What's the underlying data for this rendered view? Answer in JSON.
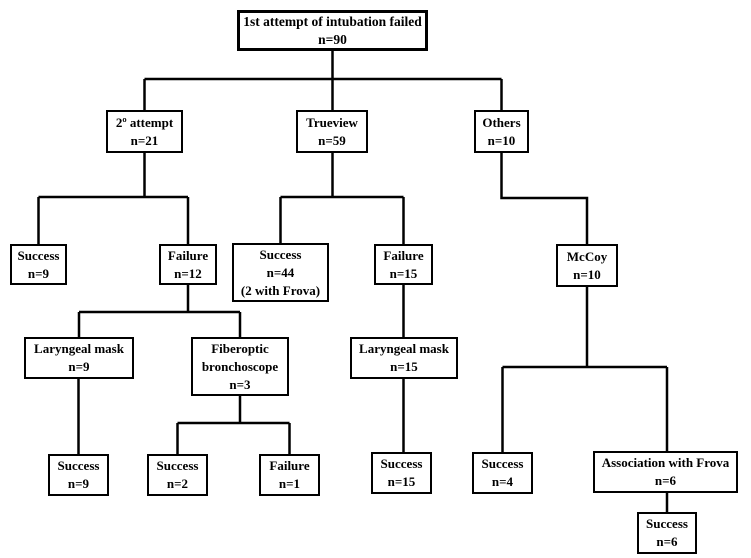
{
  "diagram": {
    "type": "flowchart",
    "background_color": "#ffffff",
    "line_color": "#000000",
    "box_border_color": "#000000",
    "box_fill_color": "#ffffff",
    "text_color": "#000000",
    "nodes": {
      "root": {
        "line1": "1st attempt of intubation failed",
        "line2": "n=90"
      },
      "second_attempt": {
        "line1": "2º attempt",
        "line2": "n=21"
      },
      "trueview": {
        "line1": "Trueview",
        "line2": "n=59"
      },
      "others": {
        "line1": "Others",
        "line2": "n=10"
      },
      "second_attempt_success": {
        "line1": "Success",
        "line2": "n=9"
      },
      "second_attempt_failure": {
        "line1": "Failure",
        "line2": "n=12"
      },
      "trueview_success": {
        "line1": "Success",
        "line2": "n=44",
        "line3": "(2 with Frova)"
      },
      "trueview_failure": {
        "line1": "Failure",
        "line2": "n=15"
      },
      "mccoy": {
        "line1": "McCoy",
        "line2": "n=10"
      },
      "laryngeal_mask_9": {
        "line1": "Laryngeal mask",
        "line2": "n=9"
      },
      "fiberoptic_bronchoscope": {
        "line1": "Fiberoptic",
        "line2": "bronchoscope",
        "line3": "n=3"
      },
      "laryngeal_mask_15": {
        "line1": "Laryngeal mask",
        "line2": "n=15"
      },
      "laryngeal_mask_9_success": {
        "line1": "Success",
        "line2": "n=9"
      },
      "fiberoptic_success": {
        "line1": "Success",
        "line2": "n=2"
      },
      "fiberoptic_failure": {
        "line1": "Failure",
        "line2": "n=1"
      },
      "laryngeal_mask_15_success": {
        "line1": "Success",
        "line2": "n=15"
      },
      "mccoy_success": {
        "line1": "Success",
        "line2": "n=4"
      },
      "association_with_frova": {
        "line1": "Association with Frova",
        "line2": "n=6"
      },
      "association_with_frova_success": {
        "line1": "Success",
        "line2": "n=6"
      }
    }
  }
}
